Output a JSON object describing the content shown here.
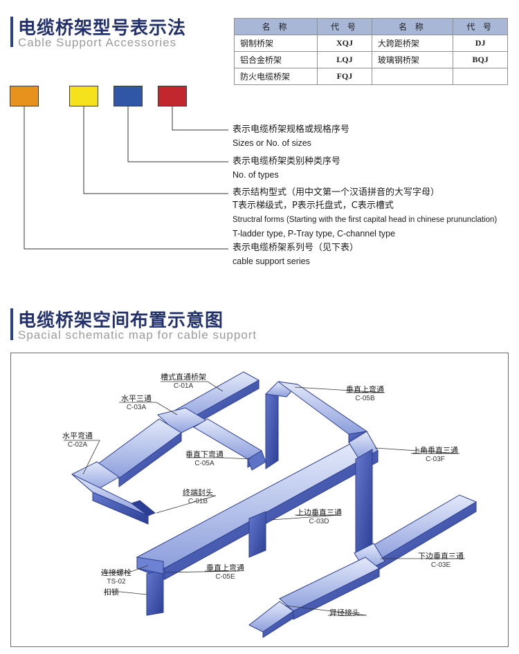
{
  "header1": {
    "title_cn": "电缆桥架型号表示法",
    "title_en": "Cable Support Accessories"
  },
  "code_table": {
    "headers": [
      "名 称",
      "代 号",
      "名 称",
      "代 号"
    ],
    "rows": [
      [
        "钢制桥架",
        "XQJ",
        "大跨距桥架",
        "DJ"
      ],
      [
        "铝合金桥架",
        "LQJ",
        "玻璃钢桥架",
        "BQJ"
      ],
      [
        "防火电缆桥架",
        "FQJ",
        "",
        ""
      ]
    ]
  },
  "swatches": {
    "orange": "#e8921e",
    "yellow": "#f5e21c",
    "blue": "#2f57a6",
    "red": "#c1272d"
  },
  "legend": [
    {
      "cn": "表示电缆桥架规格或规格序号",
      "en": "Sizes or No. of sizes"
    },
    {
      "cn": "表示电缆桥架类别种类序号",
      "en": "No. of types"
    },
    {
      "cn": "表示结构型式（用中文第一个汉语拼音的大写字母）",
      "cn2": "T表示梯级式，P表示托盘式，C表示槽式",
      "en": "Structral forms (Starting with the first capital head in chinese prununclation)",
      "en2": "T-ladder type, P-Tray type, C-channel type"
    },
    {
      "cn": "表示电缆桥架系列号（见下表）",
      "en": "cable support series"
    }
  ],
  "header2": {
    "title_cn": "电缆桥架空间布置示意图",
    "title_en": "Spacial schematic map for cable support"
  },
  "diagram_labels": [
    {
      "cn": "槽式直通桥架",
      "code": "C-01A"
    },
    {
      "cn": "水平三通",
      "code": "C-03A"
    },
    {
      "cn": "水平弯通",
      "code": "C-02A"
    },
    {
      "cn": "垂直下弯通",
      "code": "C-05A"
    },
    {
      "cn": "终端封头",
      "code": "C-01B"
    },
    {
      "cn": "垂直上弯通",
      "code": "C-05B"
    },
    {
      "cn": "上角垂直三通",
      "code": "C-03F"
    },
    {
      "cn": "上边垂直三通",
      "code": "C-03D"
    },
    {
      "cn": "连接螺栓",
      "code": "TS-02"
    },
    {
      "cn": "扣锁",
      "code": ""
    },
    {
      "cn": "垂直上弯通",
      "code": "C-05E"
    },
    {
      "cn": "下边垂直三通",
      "code": "C-03E"
    },
    {
      "cn": "异径接头",
      "code": ""
    }
  ],
  "colors": {
    "tray_light": "#c9d4f0",
    "tray_mid": "#5d74c6",
    "tray_dark": "#2b3e93",
    "accent": "#22306b"
  }
}
